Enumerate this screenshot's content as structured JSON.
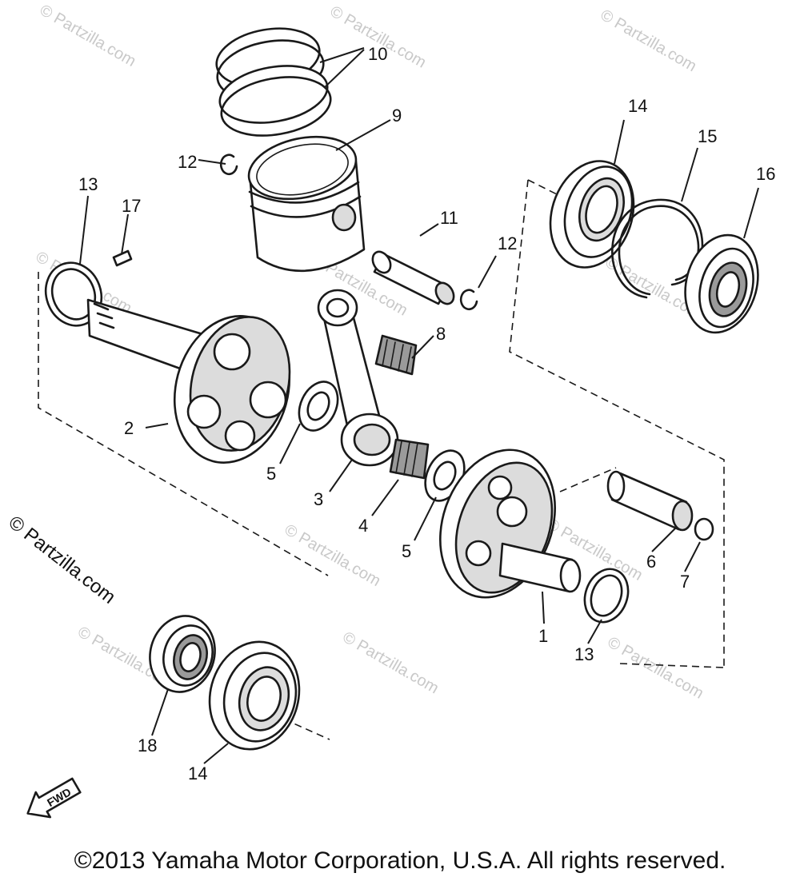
{
  "watermark": "© Partzilla.com",
  "copyright": "©2013 Yamaha Motor Corporation, U.S.A. All rights reserved.",
  "fwd_label": "FWD",
  "callouts": {
    "c1": "1",
    "c2": "2",
    "c3": "3",
    "c4": "4",
    "c5a": "5",
    "c5b": "5",
    "c6": "6",
    "c7": "7",
    "c8": "8",
    "c9": "9",
    "c10": "10",
    "c11": "11",
    "c12a": "12",
    "c12b": "12",
    "c13a": "13",
    "c13b": "13",
    "c14a": "14",
    "c14b": "14",
    "c15": "15",
    "c16": "16",
    "c17": "17",
    "c18": "18"
  }
}
